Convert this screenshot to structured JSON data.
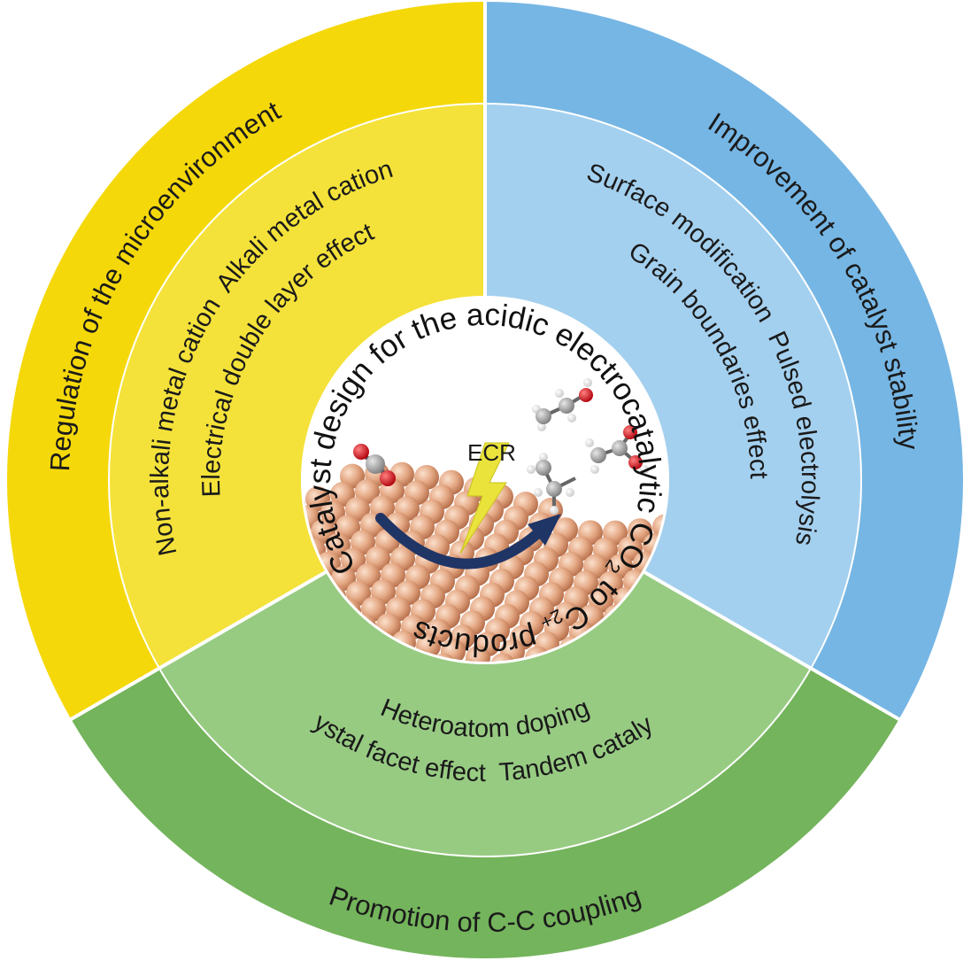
{
  "diagram": {
    "center_title": "Catalyst design for the acidic electrocatalytic CO2 to C2+ products",
    "center_title_parts": {
      "main": "Catalyst design for the acidic electrocatalytic CO",
      "sub1": "2",
      "mid": " to C",
      "sub2": "2+",
      "end": " products"
    },
    "ecr_label": "ECR",
    "sectors": [
      {
        "id": "microenvironment",
        "outer_label": "Regulation of the microenvironment",
        "inner_labels": [
          "Non-alkali metal cation  Alkali metal cation",
          "Electrical double layer effect"
        ],
        "outer_color": "#f5d80a",
        "inner_color": "#f4e23a"
      },
      {
        "id": "stability",
        "outer_label": "Improvement of catalyst stability",
        "inner_labels": [
          "Surface modification  Pulsed electrolysis",
          "Grain boundaries effect"
        ],
        "outer_color": "#76b6e4",
        "inner_color": "#a4d0ef"
      },
      {
        "id": "coupling",
        "outer_label": "Promotion of C-C coupling",
        "inner_labels": [
          "Heteroatom doping",
          "Crystal facet effect  Tandem catalysis"
        ],
        "outer_color": "#74b45c",
        "inner_color": "#97cb82"
      }
    ],
    "colors": {
      "center_fill": "#ffffff",
      "ring_divider": "#ffffff",
      "copper": "#e0a27b",
      "copper_dark": "#b87250",
      "arrow": "#1f3566",
      "bolt": "#e8e23a",
      "carbon": "#9a9a9a",
      "oxygen": "#d0101a",
      "hydrogen": "#f2f2f2"
    }
  }
}
